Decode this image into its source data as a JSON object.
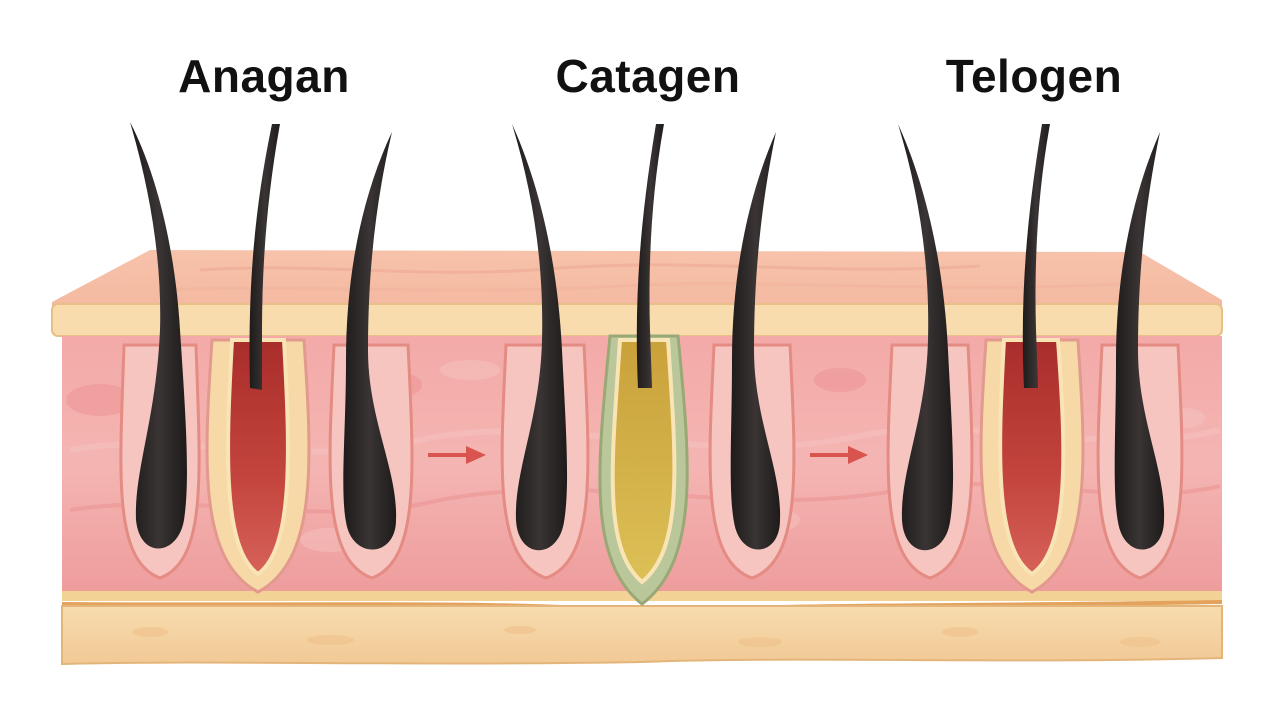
{
  "phases": [
    {
      "id": "anagan",
      "label": "Anagan"
    },
    {
      "id": "catagen",
      "label": "Catagen"
    },
    {
      "id": "telogen",
      "label": "Telogen"
    }
  ],
  "colors": {
    "hair": "#2b2626",
    "epidermis_top": "#f6c9a8",
    "epidermis_band": "#f8dcae",
    "dermis": "#f2a8a6",
    "subcutis": "#f6d8a8",
    "bulb_red": "#c4423c",
    "bulb_yellow": "#d9b23e",
    "arrow": "#d9534f"
  }
}
